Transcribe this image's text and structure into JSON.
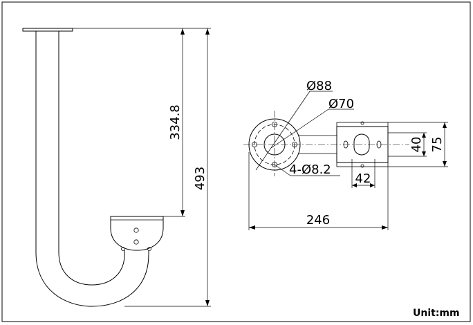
{
  "dimensions": {
    "arm_top_height": "334.8",
    "total_height": "493",
    "outer_diameter": "Ø88",
    "bolt_circle_diameter": "Ø70",
    "mounting_holes": "4-Ø8.2",
    "bracket_width": "40",
    "bracket_height": "75",
    "slot_spacing": "42",
    "total_length": "246"
  },
  "unit_label": "Unit:mm"
}
